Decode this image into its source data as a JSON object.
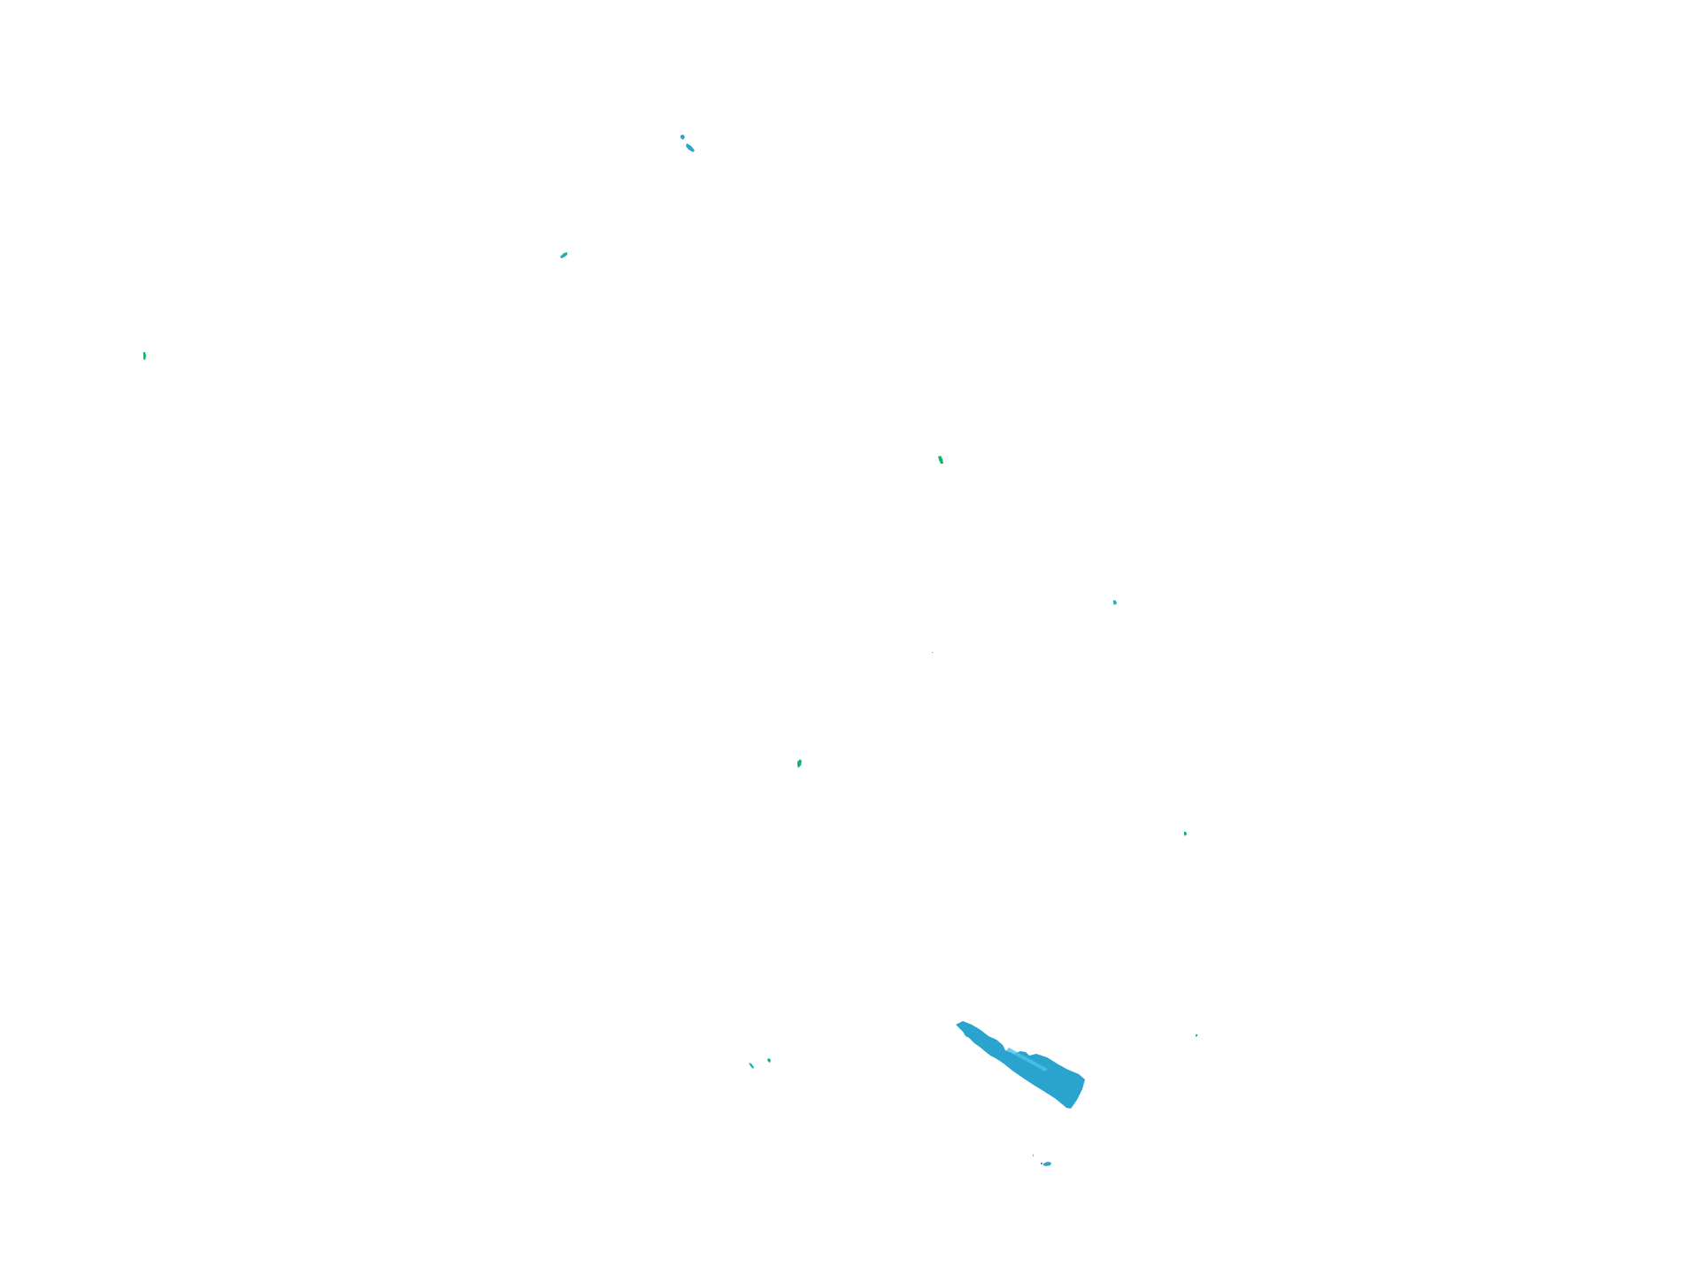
{
  "map": {
    "background": "#ffffff",
    "colors": {
      "blue": "#2ba3cf",
      "teal": "#1fb3b0",
      "green": "#14b368",
      "blue_highlight": "#4fc2e6"
    },
    "features": [
      {
        "id": "islet-1",
        "color": "blue"
      },
      {
        "id": "islet-2",
        "color": "blue"
      },
      {
        "id": "islet-3",
        "color": "teal"
      },
      {
        "id": "islet-4",
        "color": "green"
      },
      {
        "id": "islet-5",
        "color": "green"
      },
      {
        "id": "islet-6",
        "color": "teal"
      },
      {
        "id": "islet-7",
        "color": "teal"
      },
      {
        "id": "islet-8",
        "color": "green"
      },
      {
        "id": "islet-9",
        "color": "green"
      },
      {
        "id": "islet-10",
        "color": "blue"
      },
      {
        "id": "islet-11",
        "color": "teal"
      },
      {
        "id": "islet-12",
        "color": "green"
      },
      {
        "id": "islet-13",
        "color": "blue"
      },
      {
        "id": "islet-14",
        "color": "blue"
      },
      {
        "id": "islet-15",
        "color": "blue"
      },
      {
        "id": "main-island",
        "color": "blue"
      }
    ]
  }
}
